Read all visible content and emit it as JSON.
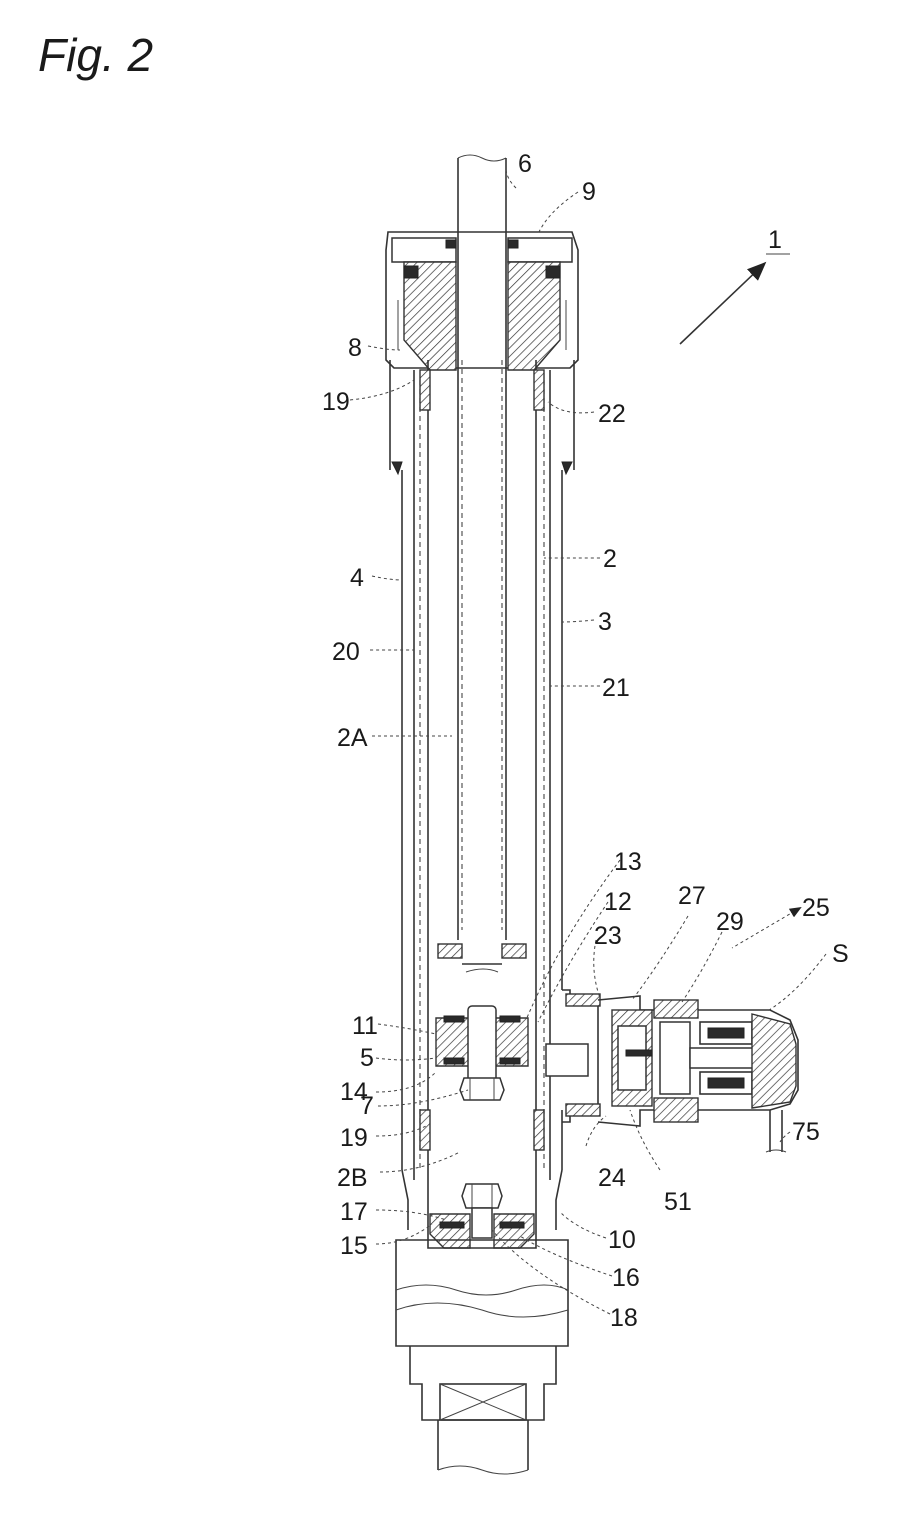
{
  "figure": {
    "title": "Fig. 2"
  },
  "reference_numerals": [
    "1",
    "2",
    "2A",
    "2B",
    "3",
    "4",
    "5",
    "6",
    "7",
    "8",
    "9",
    "10",
    "11",
    "12",
    "13",
    "14",
    "15",
    "16",
    "17",
    "18",
    "19",
    "19",
    "20",
    "21",
    "22",
    "23",
    "24",
    "25",
    "27",
    "29",
    "51",
    "75",
    "S"
  ]
}
